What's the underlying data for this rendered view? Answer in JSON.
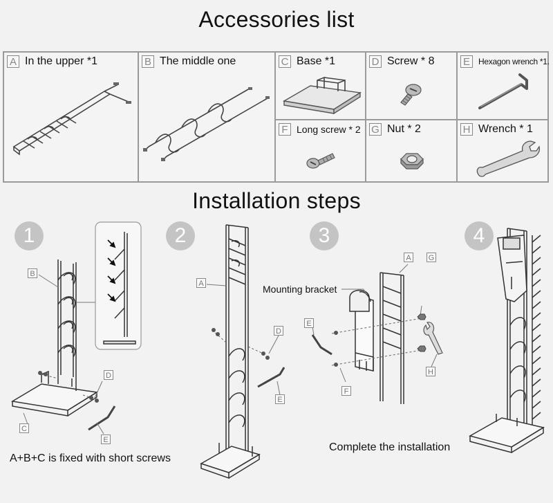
{
  "titles": {
    "accessories": "Accessories list",
    "installation": "Installation steps"
  },
  "accessories": [
    {
      "letter": "A",
      "label": "In the upper *1"
    },
    {
      "letter": "B",
      "label": "The middle one"
    },
    {
      "letter": "C",
      "label": "Base *1"
    },
    {
      "letter": "D",
      "label": "Screw * 8"
    },
    {
      "letter": "E",
      "label": "Hexagon wrench *1."
    },
    {
      "letter": "F",
      "label": "Long screw * 2"
    },
    {
      "letter": "G",
      "label": "Nut * 2"
    },
    {
      "letter": "H",
      "label": "Wrench * 1"
    }
  ],
  "steps": [
    {
      "number": "1",
      "caption": "A+B+C is fixed with short screws",
      "tags": [
        "B",
        "D",
        "C",
        "E"
      ]
    },
    {
      "number": "2",
      "tags": [
        "A",
        "D",
        "E"
      ]
    },
    {
      "number": "3",
      "caption": "Complete the installation",
      "callout": "Mounting bracket",
      "tags": [
        "A",
        "G",
        "E",
        "H",
        "F"
      ]
    },
    {
      "number": "4"
    }
  ]
}
